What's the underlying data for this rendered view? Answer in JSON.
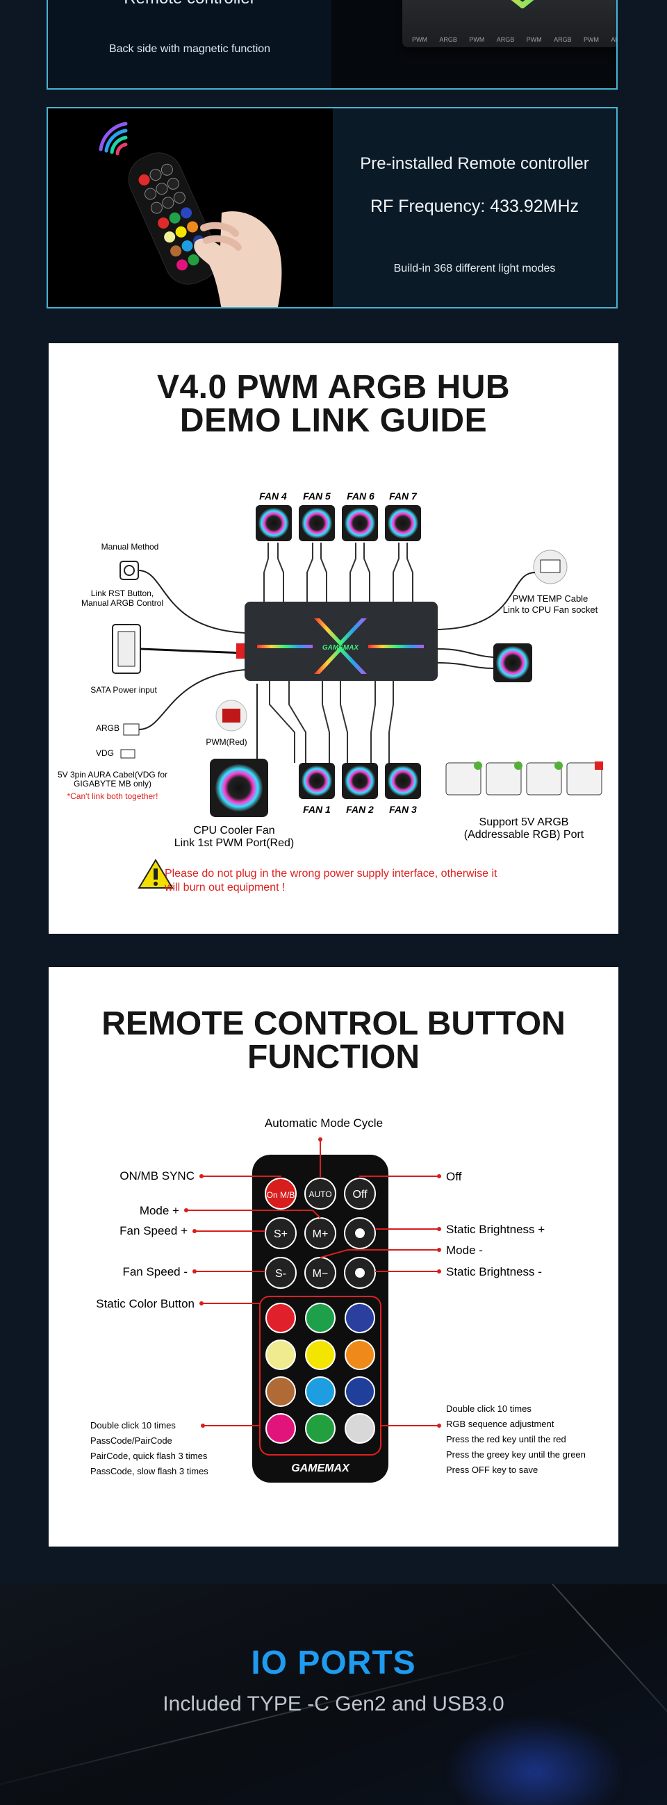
{
  "top_card": {
    "title": "Remote controller",
    "caption": "Back side with magnetic function",
    "hub_labels": [
      "PWM",
      "ARGB",
      "PWM",
      "ARGB",
      "PWM",
      "ARGB",
      "PWM",
      "ARGB"
    ]
  },
  "remote_card": {
    "line1": "Pre-installed Remote controller",
    "line2": "RF Frequency: 433.92MHz",
    "line3": "Build-in 368 different light modes"
  },
  "guide": {
    "title_line1": "V4.0 PWM ARGB HUB",
    "title_line2": "DEMO LINK GUIDE",
    "fans_top": [
      "FAN 4",
      "FAN 5",
      "FAN 6",
      "FAN 7"
    ],
    "fans_bottom": [
      "FAN 1",
      "FAN 2",
      "FAN 3"
    ],
    "manual_method": "Manual Method",
    "rst_line1": "Link RST Button,",
    "rst_line2": "Manual ARGB Control",
    "sata": "SATA Power input",
    "argb": "ARGB",
    "vdg": "VDG",
    "aura_line1": "5V 3pin AURA Cabel(VDG for",
    "aura_line2": "GIGABYTE MB only)",
    "cant_link": "*Can't link both together!",
    "pwm_red": "PWM(Red)",
    "pwm_temp_line1": "PWM TEMP Cable",
    "pwm_temp_line2": "Link to CPU Fan socket",
    "cpu_line1": "CPU Cooler Fan",
    "cpu_line2": "Link 1st PWM Port(Red)",
    "support_line1": "Support 5V ARGB",
    "support_line2": "(Addressable RGB) Port",
    "brand": "GAMEMAX",
    "warning_line1": "Please do not plug in the wrong power supply interface, otherwise it",
    "warning_line2": "will burn out equipment !"
  },
  "rcf": {
    "title_line1": "REMOTE CONTROL BUTTON",
    "title_line2": "FUNCTION",
    "auto_cycle": "Automatic Mode Cycle",
    "on_mb_sync": "ON/MB SYNC",
    "off": "Off",
    "mode_plus": "Mode +",
    "fan_speed_plus": "Fan Speed +",
    "static_bright_plus": "Static Brightness +",
    "mode_minus": "Mode -",
    "fan_speed_minus": "Fan Speed -",
    "static_bright_minus": "Static Brightness -",
    "static_color": "Static Color Button",
    "left_notes": [
      "Double click 10 times",
      "PassCode/PairCode",
      "PairCode, quick flash 3 times",
      "PassCode, slow flash 3 times"
    ],
    "right_notes": [
      "Double click 10 times",
      "RGB sequence adjustment",
      "Press the red key until the red",
      "Press the greey key until the green",
      "Press OFF key to save"
    ],
    "btn_on_mb": "On M/B",
    "btn_auto": "AUTO",
    "btn_off": "Off",
    "btn_s_plus": "S+",
    "btn_m_plus": "M+",
    "btn_s_minus": "S-",
    "btn_m_minus": "M−",
    "brand": "GAMEMAX",
    "color_buttons": [
      "#e0202a",
      "#1ea04a",
      "#2a3f9e",
      "#efeb8e",
      "#f4e500",
      "#ef8a1a",
      "#b06a35",
      "#1e9ee0",
      "#1f3f9a",
      "#e0147a",
      "#22a040",
      "#d8d8d8"
    ]
  },
  "io": {
    "title": "IO PORTS",
    "subtitle": "Included TYPE -C Gen2 and USB3.0"
  }
}
